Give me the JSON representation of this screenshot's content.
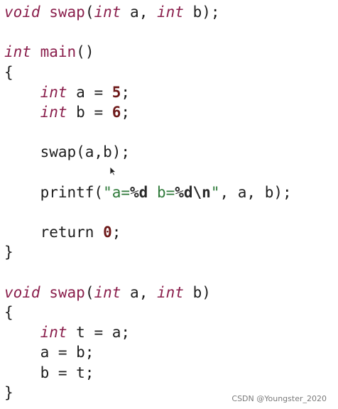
{
  "code": {
    "lines": [
      [
        {
          "t": "void",
          "c": "kw"
        },
        {
          "t": " ",
          "c": "pl"
        },
        {
          "t": "swap",
          "c": "fn"
        },
        {
          "t": "(",
          "c": "pl"
        },
        {
          "t": "int",
          "c": "kw"
        },
        {
          "t": " a, ",
          "c": "pl"
        },
        {
          "t": "int",
          "c": "kw"
        },
        {
          "t": " b);",
          "c": "pl"
        }
      ],
      [],
      [
        {
          "t": "int",
          "c": "kw"
        },
        {
          "t": " ",
          "c": "pl"
        },
        {
          "t": "main",
          "c": "fn"
        },
        {
          "t": "()",
          "c": "pl"
        }
      ],
      [
        {
          "t": "{",
          "c": "pl"
        }
      ],
      [
        {
          "t": "    ",
          "c": "pl"
        },
        {
          "t": "int",
          "c": "kw"
        },
        {
          "t": " a = ",
          "c": "pl"
        },
        {
          "t": "5",
          "c": "num"
        },
        {
          "t": ";",
          "c": "pl"
        }
      ],
      [
        {
          "t": "    ",
          "c": "pl"
        },
        {
          "t": "int",
          "c": "kw"
        },
        {
          "t": " b = ",
          "c": "pl"
        },
        {
          "t": "6",
          "c": "num"
        },
        {
          "t": ";",
          "c": "pl"
        }
      ],
      [],
      [
        {
          "t": "    swap(a,b);",
          "c": "pl"
        }
      ],
      [],
      [
        {
          "t": "    printf(",
          "c": "pl"
        },
        {
          "t": "\"a=",
          "c": "str"
        },
        {
          "t": "%d",
          "c": "fmt"
        },
        {
          "t": " b=",
          "c": "str"
        },
        {
          "t": "%d\\n",
          "c": "fmt"
        },
        {
          "t": "\"",
          "c": "str"
        },
        {
          "t": ", a, b);",
          "c": "pl"
        }
      ],
      [],
      [
        {
          "t": "    return ",
          "c": "pl"
        },
        {
          "t": "0",
          "c": "num"
        },
        {
          "t": ";",
          "c": "pl"
        }
      ],
      [
        {
          "t": "}",
          "c": "pl"
        }
      ],
      [],
      [
        {
          "t": "void",
          "c": "kw"
        },
        {
          "t": " ",
          "c": "pl"
        },
        {
          "t": "swap",
          "c": "fn"
        },
        {
          "t": "(",
          "c": "pl"
        },
        {
          "t": "int",
          "c": "kw"
        },
        {
          "t": " a, ",
          "c": "pl"
        },
        {
          "t": "int",
          "c": "kw"
        },
        {
          "t": " b)",
          "c": "pl"
        }
      ],
      [
        {
          "t": "{",
          "c": "pl"
        }
      ],
      [
        {
          "t": "    ",
          "c": "pl"
        },
        {
          "t": "int",
          "c": "kw"
        },
        {
          "t": " t = a;",
          "c": "pl"
        }
      ],
      [
        {
          "t": "    a = b;",
          "c": "pl"
        }
      ],
      [
        {
          "t": "    b = t;",
          "c": "pl"
        }
      ],
      [
        {
          "t": "}",
          "c": "pl"
        }
      ]
    ]
  },
  "watermark": "CSDN @Youngster_2020",
  "colors": {
    "keyword": "#8a1f4c",
    "function": "#8a1f4c",
    "number": "#6e1a1a",
    "string": "#2f7a3a",
    "text": "#1e1e1e",
    "background": "#ffffff"
  },
  "icons": {
    "cursor": "mouse-pointer-icon"
  }
}
